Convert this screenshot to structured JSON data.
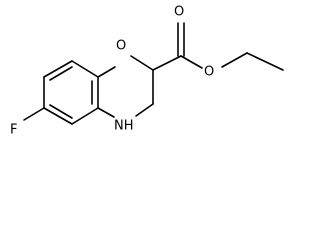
{
  "molecule": {
    "atoms": {
      "oxygen_ring": "O",
      "oxygen_carbonyl": "O",
      "oxygen_ester": "O",
      "fluorine": "F",
      "nitrogen": "NH"
    }
  }
}
